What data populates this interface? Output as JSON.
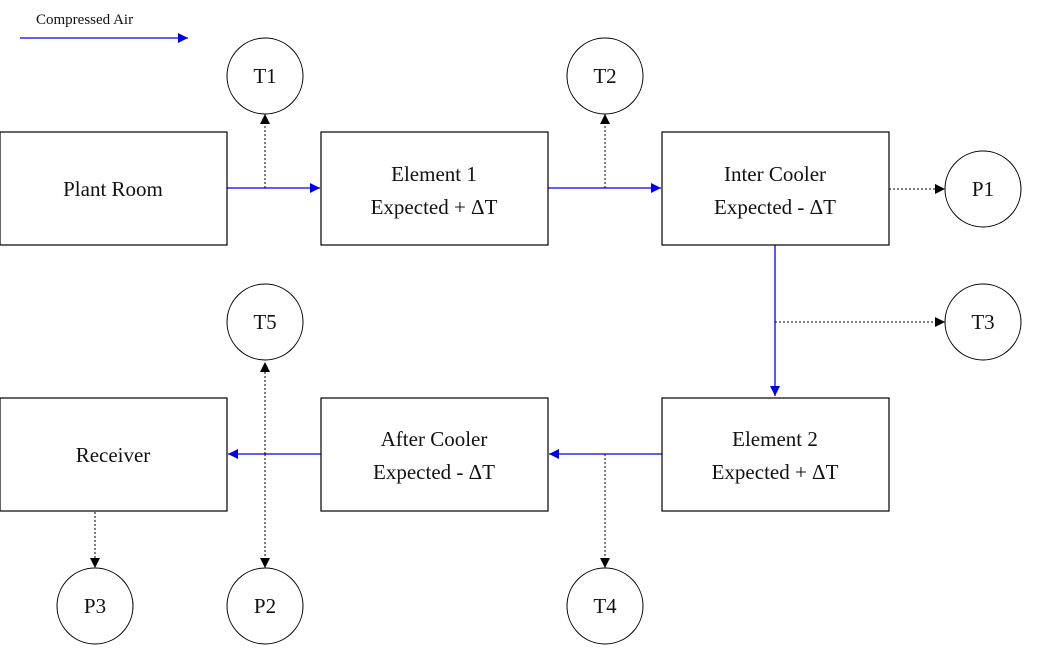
{
  "legend": {
    "label": "Compressed Air"
  },
  "colors": {
    "flow": "#0000ee",
    "signal": "#000000"
  },
  "blocks": {
    "plant_room": {
      "line1": "Plant Room"
    },
    "element1": {
      "line1": "Element 1",
      "line2": "Expected + ΔT"
    },
    "inter_cooler": {
      "line1": "Inter Cooler",
      "line2": "Expected - ΔT"
    },
    "element2": {
      "line1": "Element 2",
      "line2": "Expected + ΔT"
    },
    "after_cooler": {
      "line1": "After Cooler",
      "line2": "Expected - ΔT"
    },
    "receiver": {
      "line1": "Receiver"
    }
  },
  "sensors": {
    "t1": "T1",
    "t2": "T2",
    "t3": "T3",
    "t4": "T4",
    "t5": "T5",
    "p1": "P1",
    "p2": "P2",
    "p3": "P3"
  }
}
